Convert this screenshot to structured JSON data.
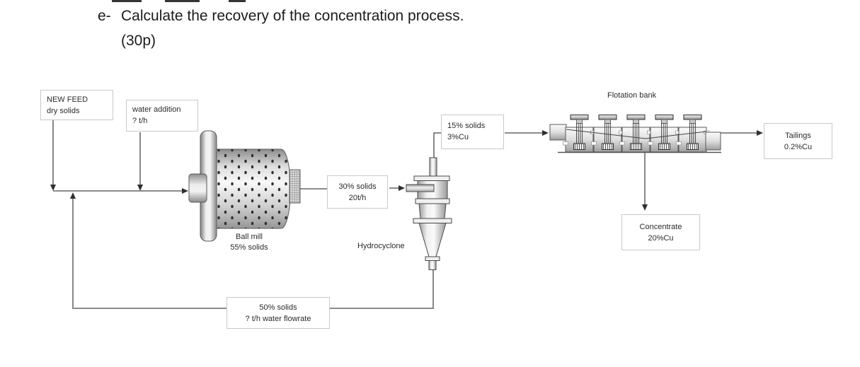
{
  "question": {
    "item": "e-",
    "text": "Calculate the recovery of the concentration process.",
    "points": "(30p)"
  },
  "diagram": {
    "boxes": {
      "new_feed": {
        "line1": "NEW FEED",
        "line2": "dry solids"
      },
      "water_addition": {
        "line1": "water addition",
        "line2": "? t/h"
      },
      "mill_discharge": {
        "line1": "30% solids",
        "line2": "20t/h"
      },
      "cyclone_overflow": {
        "line1": "15% solids",
        "line2": "3%Cu"
      },
      "tailings": {
        "line1": "Tailings",
        "line2": "0.2%Cu"
      },
      "concentrate": {
        "line1": "Concentrate",
        "line2": "20%Cu"
      },
      "recirculation": {
        "line1": "50% solids",
        "line2": "? t/h water flowrate"
      }
    },
    "labels": {
      "ball_mill_line1": "Ball mill",
      "ball_mill_line2": "55% solids",
      "hydrocyclone": "Hydrocyclone",
      "flotation_bank": "Flotation bank"
    },
    "colors": {
      "line": "#474747",
      "box_border": "#c9c9c9",
      "text": "#262626",
      "background": "#ffffff"
    }
  }
}
